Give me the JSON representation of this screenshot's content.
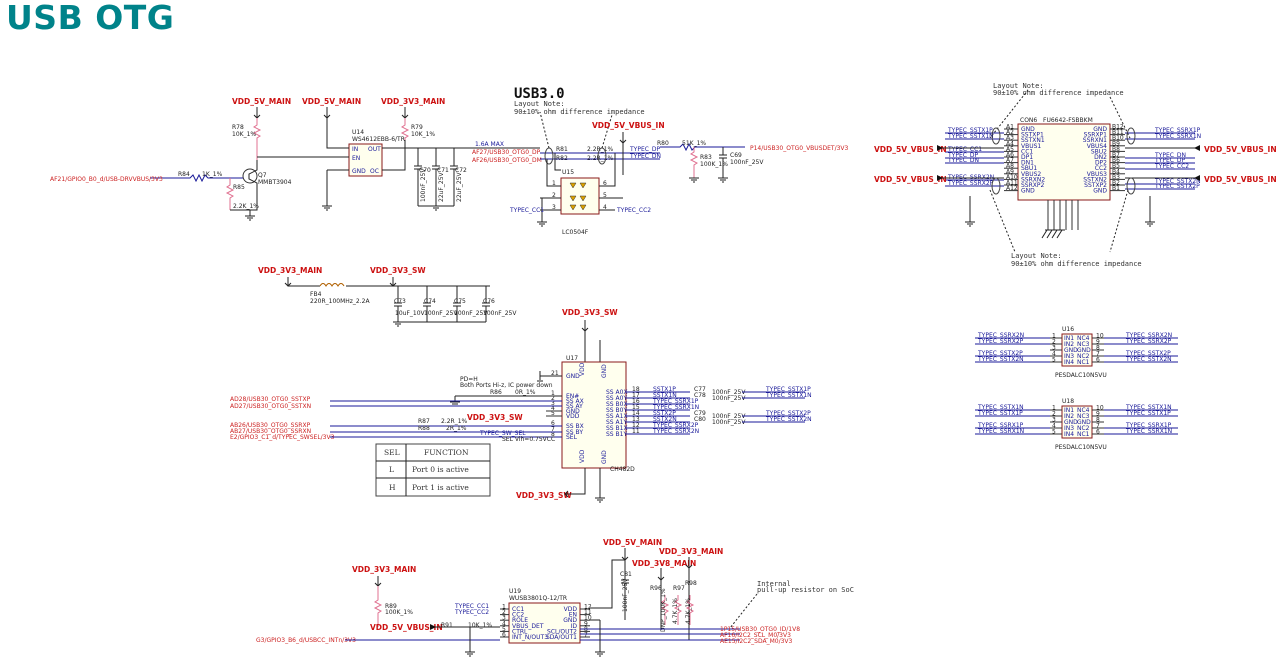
{
  "page": {
    "title": "USB OTG"
  },
  "power_labels": {
    "vdd_5v_main": "VDD_5V_MAIN",
    "vdd_3v3_main": "VDD_3V3_MAIN",
    "vdd_5v_vbus_in": "VDD_5V_VBUS_IN",
    "vdd_3v3_sw": "VDD_3V3_SW",
    "vdd_3v8_main": "VDD_3V8_MAIN"
  },
  "usb3_block": {
    "heading": "USB3.0",
    "layout_note_1": "Layout Note:",
    "layout_note_2": "90±10% ohm difference impedance"
  },
  "usb2_switch": {
    "r78": "R78",
    "r78_val": "10K_1%",
    "r85": "R85",
    "r85_val": "2.2K_1%",
    "r84": "R84",
    "r84_val": "1K_1%",
    "q7": "Q7",
    "q7_val": "MMBT3904",
    "u14": "U14",
    "u14_val": "WS4612EBB-6/TR",
    "pin_in": "IN",
    "pin_out": "OUT",
    "pin_en": "EN",
    "pin_gnd": "GND",
    "pin_oc": "OC",
    "r79": "R79",
    "r79_val": "10K_1%",
    "c70": "C70",
    "c70_val": "100nF_25V",
    "c71": "C71",
    "c71_val": "22uF_25V",
    "c72": "C72",
    "c72_val": "22uF_25V",
    "max_current": "1.6A MAX",
    "net_drvbus": "AF21/GPIO0_B0_d/USB-DRVVBUS/3V3",
    "net_dp": "AF27/USB30_OTG0_DP",
    "net_dm": "AF26/USB30_OTG0_DM",
    "r81": "R81",
    "r81_val": "2.2R_1%",
    "r82": "R82",
    "r82_val": "2.2R_1%",
    "typec_dp": "TYPEC_DP",
    "typec_dn": "TYPEC_DN",
    "r80": "R80",
    "r80_val": "51K_1%",
    "r83": "R83",
    "r83_val": "100K_1%",
    "c69": "C69",
    "c69_val": "100nF_25V",
    "net_vbusdet": "P14/USB30_OTG0_VBUSDET/3V3",
    "u15": "U15",
    "u15_val": "LC0504F",
    "typec_cc1": "TYPEC_CC1",
    "typec_cc2": "TYPEC_CC2"
  },
  "filter": {
    "fb4": "FB4",
    "fb4_val": "220R_100MHz_2.2A",
    "c73": "C73",
    "c73_val": "10uF_10V",
    "c74": "C74",
    "c74_val": "100nF_25V",
    "c75": "C75",
    "c75_val": "100nF_25V",
    "c76": "C76",
    "c76_val": "100nF_25V"
  },
  "mux": {
    "u17": "U17",
    "u17_val": "CH482D",
    "pd_note_1": "PD=H",
    "pd_note_2": "Both Ports Hi-z, IC power down",
    "r86": "R86",
    "r86_val": "0R_1%",
    "r87": "R87",
    "r87_val": "2.2R_1%",
    "r88": "R88",
    "r88_val": "2R_1%",
    "net_sstxp": "AD28/USB30_OTG0_SSTXP",
    "net_sstxn": "AD27/USB30_OTG0_SSTXN",
    "net_ssrxp": "AB26/USB30_OTG0_SSRXP",
    "net_ssrxn": "AB27/USB30_OTG0_SSRXN",
    "net_sel": "E2/GPIO3_C1_d/TYPEC_SWSEL/3V3",
    "typec_sw_sel": "TYPEC_SW_SEL",
    "sel_note": "SEL Vih=0.75VCC",
    "left_pins": [
      "GND",
      "EN#",
      "SS AX",
      "SS AY",
      "GND",
      "VDD",
      "SS BX",
      "SS BY",
      "SEL"
    ],
    "right_pins": [
      "SS A0X",
      "SS A0Y",
      "SS B0X",
      "SS B0Y",
      "SS A1X",
      "SS A1Y",
      "SS B1X",
      "SS B1Y"
    ],
    "right_nets": [
      "SSTX1P",
      "SSTX1N",
      "TYPEC_SSRX1P",
      "TYPEC_SSRX1N",
      "SSTX2P",
      "SSTX2N",
      "TYPEC_SSRX2P",
      "TYPEC_SSRX2N"
    ],
    "caps": [
      "C77",
      "C78",
      "C79",
      "C80"
    ],
    "cap_val": "100nF_25V",
    "out_nets": [
      "TYPEC_SSTX1P",
      "TYPEC_SSTX1N",
      "TYPEC_SSTX2P",
      "TYPEC_SSTX2N"
    ],
    "vdd": "VDD",
    "gnd": "GND"
  },
  "sel_table": {
    "headers": [
      "SEL",
      "FUNCTION"
    ],
    "rows": [
      [
        "L",
        "Port 0 is active"
      ],
      [
        "H",
        "Port 1 is active"
      ]
    ]
  },
  "connector": {
    "name": "CON6",
    "part": "FU6642-FSBBKM",
    "note_1": "Layout Note:",
    "note_2": "90±10% ohm difference impedance",
    "left_pins": [
      "A1",
      "A2",
      "A3",
      "A4",
      "A5",
      "A6",
      "A7",
      "A8",
      "A9",
      "A10",
      "A11",
      "A12"
    ],
    "left_names": [
      "GND",
      "SSTXP1",
      "SSTXN1",
      "VBUS1",
      "CC1",
      "DP1",
      "DN1",
      "SBU1",
      "VBUS2",
      "SSRXN2",
      "SSRXP2",
      "GND"
    ],
    "right_pins": [
      "B12",
      "B11",
      "B10",
      "B9",
      "B8",
      "B7",
      "B6",
      "B5",
      "B4",
      "B3",
      "B2",
      "B1"
    ],
    "right_names": [
      "GND",
      "SSRXP1",
      "SSRXN1",
      "VBUS4",
      "SBU2",
      "DN2",
      "DP2",
      "CC2",
      "VBUS3",
      "SSTXN2",
      "SSTXP2",
      "GND"
    ],
    "left_nets": [
      "TYPEC_SSTX1P",
      "TYPEC_SSTX1N",
      "TYPEC_CC1",
      "TYPEC_DP",
      "TYPEC_DN",
      "TYPEC_SSRX2N",
      "TYPEC_SSRX2P"
    ],
    "right_nets": [
      "TYPEC_SSRX1P",
      "TYPEC_SSRX1N",
      "TYPEC_DN",
      "TYPEC_DP",
      "TYPEC_CC2",
      "TYPEC_SSTX2N",
      "TYPEC_SSTX2P"
    ]
  },
  "esd": {
    "u16": "U16",
    "u18": "U18",
    "part": "PESDALC10N5VU",
    "pins_l": [
      "IN1",
      "IN2",
      "GND",
      "IN3",
      "IN4"
    ],
    "pins_r": [
      "NC4",
      "NC3",
      "GND",
      "NC2",
      "NC1"
    ],
    "u16_nets": [
      "TYPEC_SSRX2N",
      "TYPEC_SSRX2P",
      "TYPEC_SSTX2P",
      "TYPEC_SSTX2N"
    ],
    "u18_nets": [
      "TYPEC_SSTX1N",
      "TYPEC_SSTX1P",
      "TYPEC_SSRX1P",
      "TYPEC_SSRX1N"
    ]
  },
  "pd": {
    "u19": "U19",
    "u19_val": "WUSB3801Q-12/TR",
    "pins_l": [
      "CC1",
      "CC2",
      "ROLE",
      "VBUS_DET",
      "CTRL",
      "INT_N/OUT3"
    ],
    "pins_r": [
      "VDD",
      "EN",
      "GND",
      "ID",
      "SCL/OUT2",
      "SDA/OUT1"
    ],
    "r89": "R89",
    "r89_val": "100K_1%",
    "r91": "R91",
    "r91_val": "10K_1%",
    "c81": "C81",
    "c81_val": "100nF_25V",
    "r96": "R96",
    "r96_val": "DNP_100K_1%",
    "r97": "R97",
    "r97_val": "4.7K_1%",
    "r98": "R98",
    "r98_val": "4.7K_1%",
    "net_int": "G3/GPIO3_B6_d/USBCC_INTn/3V3",
    "net_id": "1P15/USB30_OTG0_ID/1V8",
    "net_scl": "AF16/I2C2_SCL_M0/3V3",
    "net_sda": "AE15/I2C2_SDA_M0/3V3",
    "note_1": "Internal",
    "note_2": "pull-up resistor on SoC",
    "typec_cc1": "TYPEC_CC1",
    "typec_cc2": "TYPEC_CC2"
  }
}
